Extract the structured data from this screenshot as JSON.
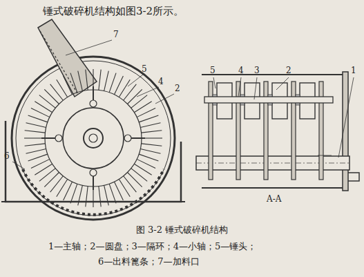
{
  "diagram": {
    "caption": "图 3-2 锤式破碎机结构",
    "labels": [
      "锤式破碎机结构如图3-2所示。",
      "7",
      "5",
      "4",
      "2",
      "6",
      "5",
      "4",
      "3",
      "2",
      "1",
      "A-A",
      "1—主轴；2—圆盘；3—隔环；4—小轴；5—锤头；",
      "6—出料篦条；7—加料口"
    ]
  }
}
